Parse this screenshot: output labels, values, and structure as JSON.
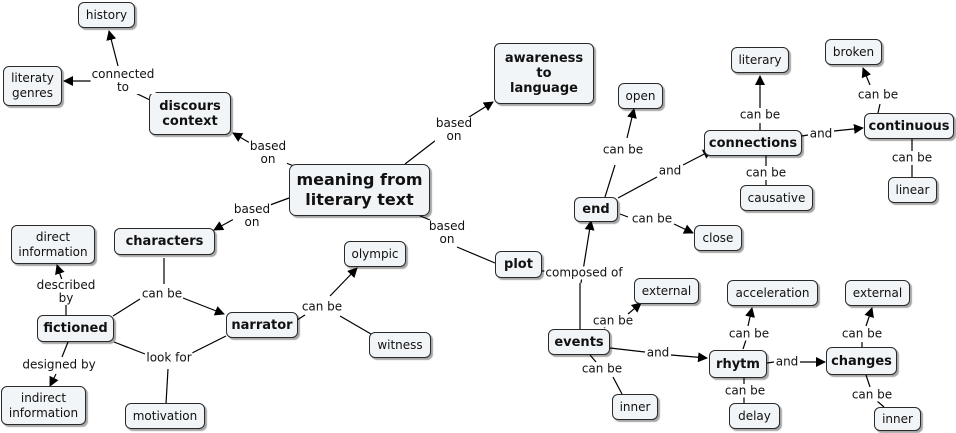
{
  "nodes": {
    "history": "history",
    "literaty_genres": "literaty\ngenres",
    "discours_context": "discours\ncontext",
    "awareness": "awareness\nto\nlanguage",
    "meaning": "meaning from\nliterary text",
    "direct_information": "direct\ninformation",
    "characters": "characters",
    "fictioned": "fictioned",
    "narrator": "narrator",
    "olympic": "olympic",
    "witness": "witness",
    "indirect_information": "indirect\ninformation",
    "motivation": "motivation",
    "open": "open",
    "literary": "literary",
    "broken": "broken",
    "connections": "connections",
    "continuous": "continuous",
    "end": "end",
    "causative": "causative",
    "linear": "linear",
    "close": "close",
    "plot": "plot",
    "external1": "external",
    "acceleration": "acceleration",
    "external2": "external",
    "events": "events",
    "rhytm": "rhytm",
    "changes": "changes",
    "inner1": "inner",
    "delay": "delay",
    "inner2": "inner"
  },
  "links": {
    "connected_to": "connected\nto",
    "based_on_1": "based\non",
    "based_on_2": "based\non",
    "based_on_3": "based\non",
    "based_on_4": "based\non",
    "described_by": "described\nby",
    "can_be_chars": "can be",
    "designed_by": "designed by",
    "look_for": "look for",
    "can_be_narrator": "can be",
    "can_be_end": "can be",
    "and_end": "and",
    "can_be_close": "can be",
    "can_be_literary": "can be",
    "and_connections": "and",
    "can_be_causative": "can be",
    "can_be_broken": "can be",
    "can_be_linear": "can be",
    "composed_of": "composed of",
    "can_be_external": "can be",
    "and_events": "and",
    "can_be_inner": "can be",
    "can_be_accel": "can be",
    "and_rhytm": "and",
    "can_be_delay": "can be",
    "can_be_ext2": "can be",
    "can_be_inner2": "can be"
  }
}
